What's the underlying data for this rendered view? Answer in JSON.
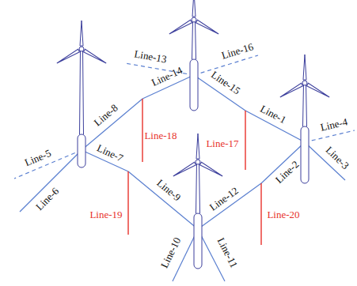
{
  "diagram": {
    "labels": [
      "Line-1",
      "Line-2",
      "Line-3",
      "Line-4",
      "Line-5",
      "Line-6",
      "Line-7",
      "Line-8",
      "Line-9",
      "Line-10",
      "Line-11",
      "Line-12",
      "Line-13",
      "Line-14",
      "Line-15",
      "Line-16",
      "Line-17",
      "Line-18",
      "Line-19",
      "Line-20"
    ]
  }
}
